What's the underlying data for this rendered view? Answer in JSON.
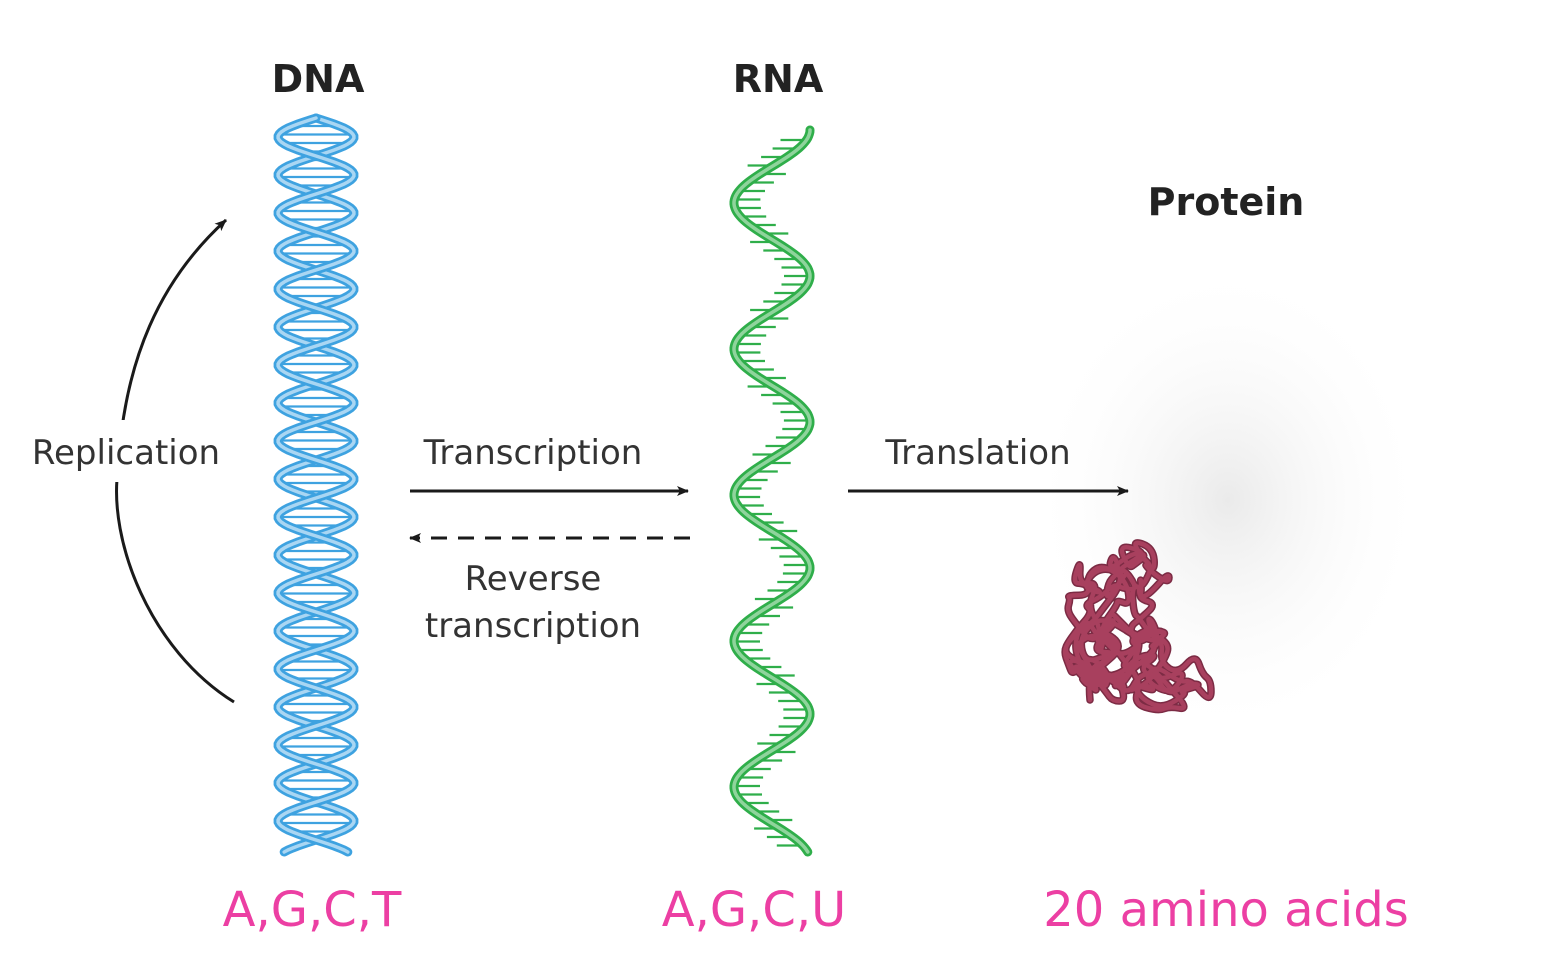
{
  "molecules": {
    "dna": {
      "label": "DNA",
      "alphabet": "A,G,C,T"
    },
    "rna": {
      "label": "RNA",
      "alphabet": "A,G,C,U"
    },
    "protein": {
      "label": "Protein",
      "alphabet": "20 amino acids"
    }
  },
  "processes": {
    "replication": "Replication",
    "transcription": "Transcription",
    "reverse_transcription_line1": "Reverse",
    "reverse_transcription_line2": "transcription",
    "translation": "Translation"
  },
  "colors": {
    "dna": "#3ea2e0",
    "dna_light": "#a9d6f3",
    "rna": "#2fae4a",
    "rna_light": "#8fd49c",
    "protein": "#a8405e",
    "protein_dark": "#7c2b44",
    "alphabet_text": "#ec3fa3",
    "arrow": "#1a1a1a"
  }
}
